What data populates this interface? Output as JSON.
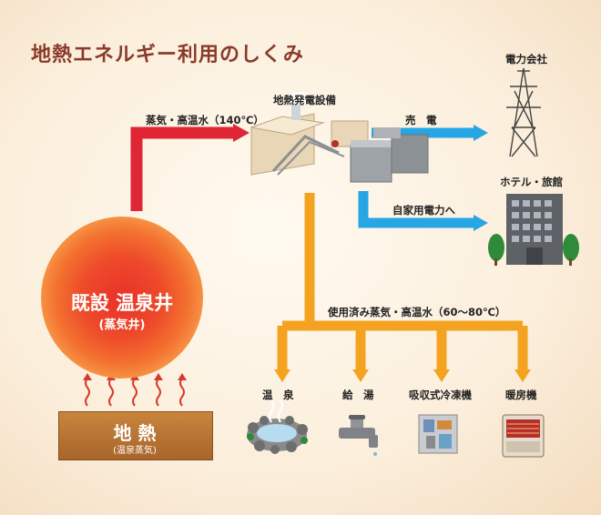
{
  "title": "地熱エネルギー利用のしくみ",
  "onsen_well": {
    "title": "既設 温泉井",
    "subtitle": "(蒸気井)"
  },
  "geothermal": {
    "title": "地 熱",
    "subtitle": "(温泉蒸気)"
  },
  "flows": {
    "steam_in": "蒸気・高温水（140℃）",
    "sell": "売　電",
    "self_use": "自家用電力へ",
    "used_steam": "使用済み蒸気・高温水（60～80℃）"
  },
  "nodes": {
    "plant": "地熱発電設備",
    "power_company": "電力会社",
    "hotel": "ホテル・旅館",
    "onsen": "温　泉",
    "hot_water": "給　湯",
    "chiller": "吸収式冷凍機",
    "heater": "暖房機"
  },
  "colors": {
    "red_arrow": "#e02634",
    "blue_arrow": "#27a6e5",
    "orange_arrow": "#f4a321",
    "title": "#8b3a2a"
  }
}
